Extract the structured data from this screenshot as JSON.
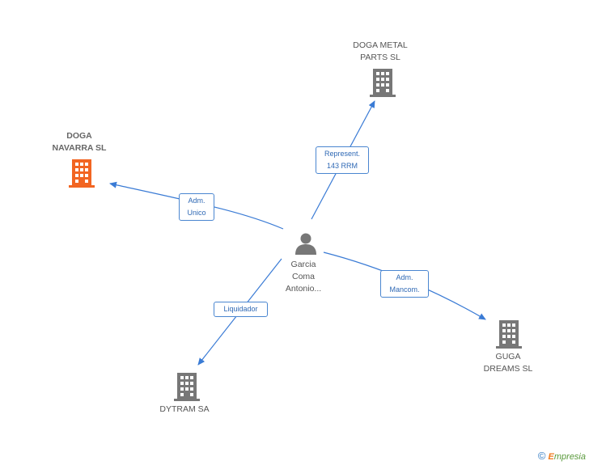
{
  "center": {
    "name_lines": [
      "Garcia",
      "Coma",
      "Antonio..."
    ],
    "icon": "person-icon"
  },
  "companies": {
    "doga_navarra": {
      "name_lines": [
        "DOGA",
        "NAVARRA SL"
      ],
      "color": "#f26522",
      "icon": "building-icon"
    },
    "doga_metal": {
      "name_lines": [
        "DOGA METAL",
        "PARTS SL"
      ],
      "color": "#777777",
      "icon": "building-icon"
    },
    "guga": {
      "name_lines": [
        "GUGA",
        "DREAMS SL"
      ],
      "color": "#777777",
      "icon": "building-icon"
    },
    "dytram": {
      "name_lines": [
        "DYTRAM SA"
      ],
      "color": "#777777",
      "icon": "building-icon"
    }
  },
  "relations": {
    "navarra": [
      "Adm.",
      "Unico"
    ],
    "metal": [
      "Represent.",
      "143 RRM"
    ],
    "guga": [
      "Adm.",
      "Mancom."
    ],
    "dytram": [
      "Liquidador"
    ]
  },
  "edge_color": "#3a7bd5",
  "footer": {
    "copyright": "©",
    "brand_first": "E",
    "brand_rest": "mpresia"
  }
}
